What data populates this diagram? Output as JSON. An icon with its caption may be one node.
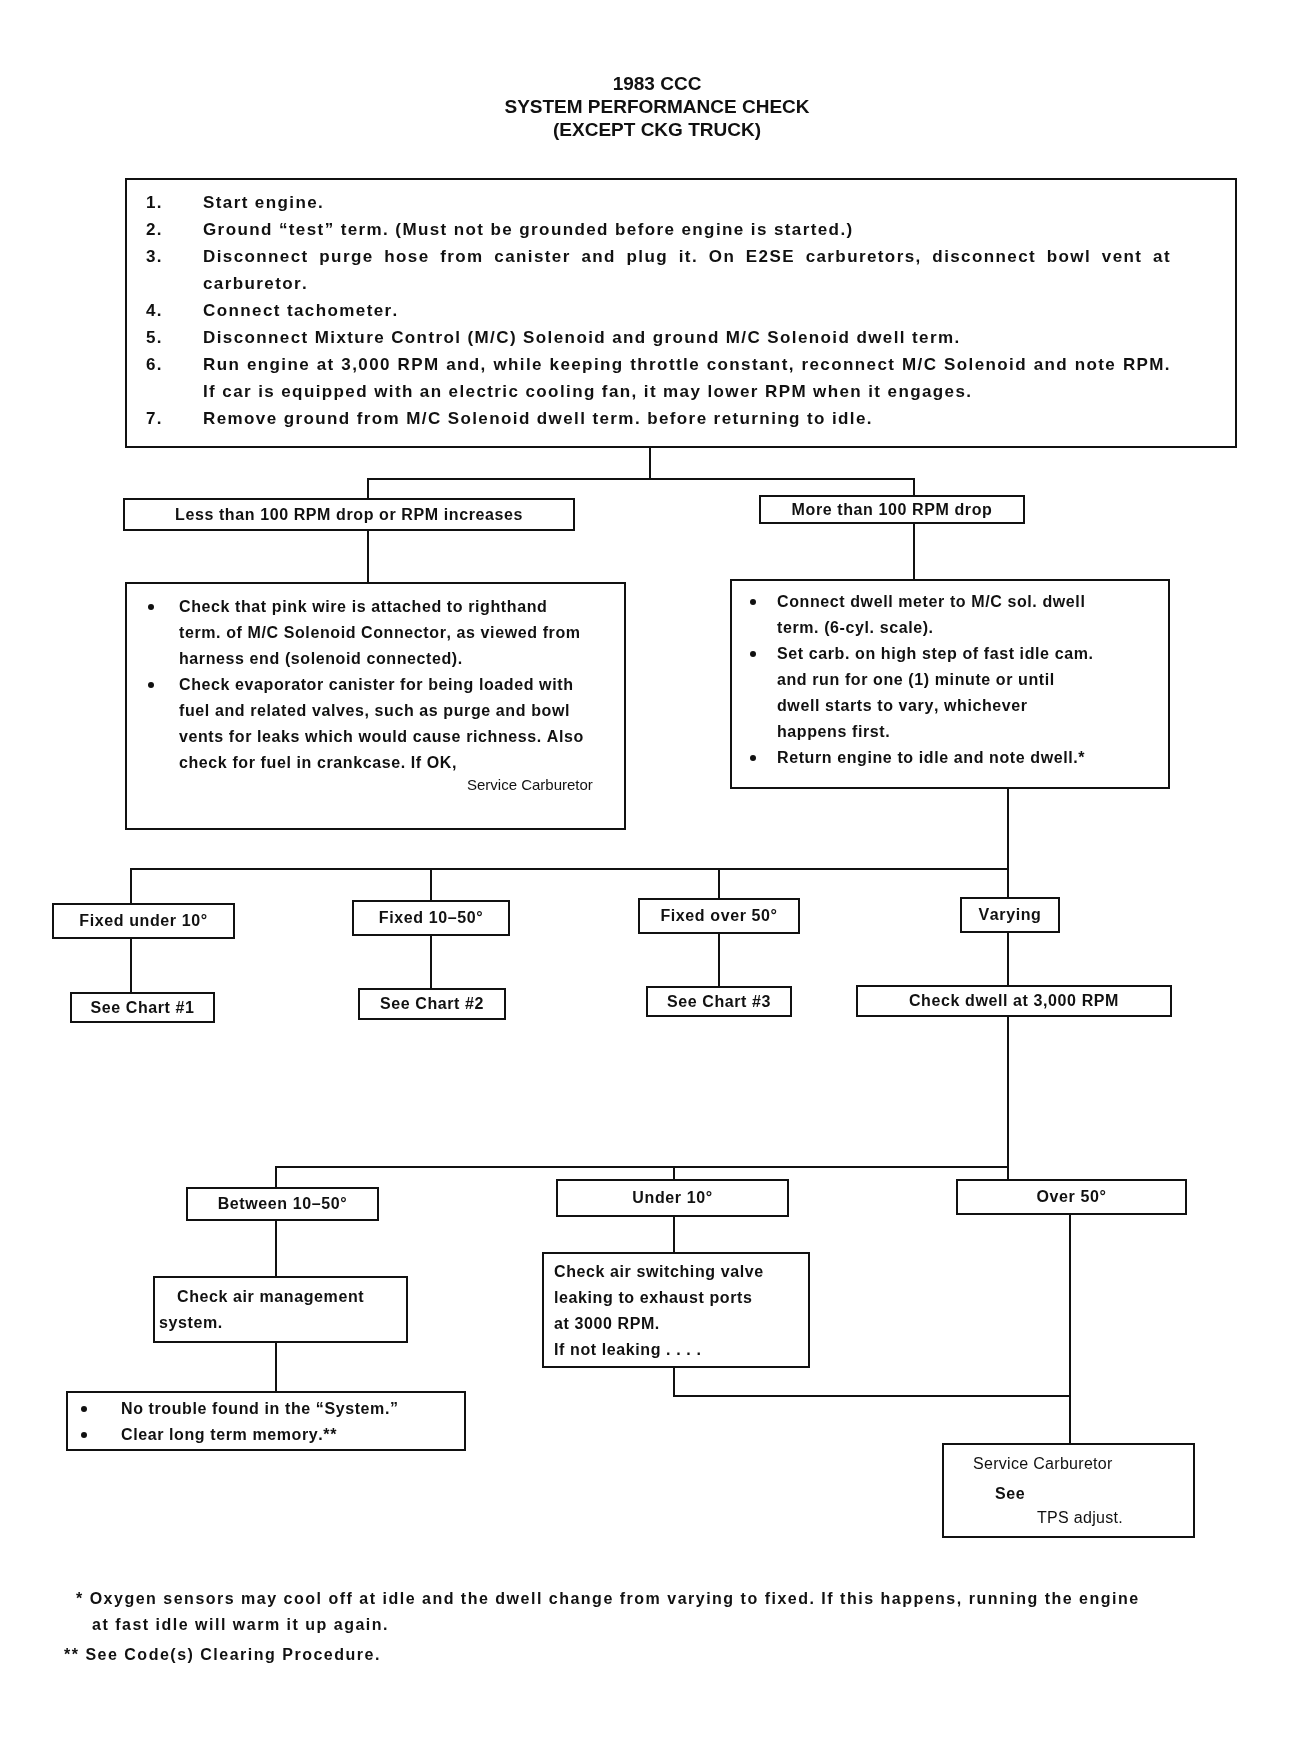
{
  "diagram": {
    "title": "1983 CCC SYSTEM PERFORMANCE CHECK (EXCEPT CKG TRUCK)",
    "nodes": [
      {
        "text": [
          "1.",
          "Start engine.",
          "2.",
          "Ground “test” term. (Must not be grounded before engine is started.)",
          "3.",
          "Disconnect purge hose from canister and plug it. On E2SE carburetors, disconnect bowl vent at carburetor.",
          "4.",
          "Connect tachometer.",
          "5.",
          "Disconnect Mixture Control (M/C) Solenoid and ground M/C Solenoid dwell term.",
          "6.",
          "Run engine at 3,000 RPM and, while keeping throttle constant, reconnect M/C Solenoid and note RPM. If car is equipped with an electric cooling fan, it may lower RPM when it engages.",
          "7.",
          "Remove ground from M/C Solenoid dwell term. before returning to idle."
        ]
      },
      {
        "text": [
          "Less than 100 RPM drop or RPM increases"
        ]
      },
      {
        "text": [
          "More than 100 RPM drop"
        ]
      },
      {
        "text": [
          "Check that pink wire is attached to righthand term. of M/C Solenoid Connector, as viewed from harness end (solenoid connected).",
          "Check evaporator canister for being loaded with fuel and related valves, such as purge and bowl vents for leaks which would cause richness. Also check for fuel in crankcase. If OK,",
          "Service Carburetor"
        ]
      },
      {
        "text": [
          "Connect dwell meter to M/C sol. dwell term. (6-cyl. scale).",
          "Set carb. on high step of fast idle cam. and run for one (1) minute or until dwell starts to vary, whichever happens first.",
          "Return engine to idle and note dwell.*"
        ]
      },
      {
        "text": [
          "Fixed under 10°"
        ]
      },
      {
        "text": [
          "Fixed 10–50°"
        ]
      },
      {
        "text": [
          "Fixed over 50°"
        ]
      },
      {
        "text": [
          "Varying"
        ]
      },
      {
        "text": [
          "See Chart #1"
        ]
      },
      {
        "text": [
          "See Chart #2"
        ]
      },
      {
        "text": [
          "See Chart #3"
        ]
      },
      {
        "text": [
          "Check dwell at 3,000 RPM"
        ]
      },
      {
        "text": [
          "Between 10–50°"
        ]
      },
      {
        "text": [
          "Under 10°"
        ]
      },
      {
        "text": [
          "Over 50°"
        ]
      },
      {
        "text": [
          "Check air management system."
        ]
      },
      {
        "text": [
          "Check air switching valve leaking to exhaust ports at 3000 RPM.",
          "If not leaking . . . ."
        ]
      },
      {
        "text": [
          "No trouble found in the “System.”",
          "Clear long term memory.**"
        ]
      },
      {
        "text": [
          "Service Carburetor",
          "See",
          "TPS adjust."
        ]
      }
    ],
    "edges": [
      {
        "from": 0,
        "to": 1,
        "arrow": "none"
      },
      {
        "from": 0,
        "to": 2,
        "arrow": "none"
      },
      {
        "from": 1,
        "to": 3,
        "arrow": "none"
      },
      {
        "from": 2,
        "to": 4,
        "arrow": "none"
      },
      {
        "from": 4,
        "to": 5,
        "arrow": "none"
      },
      {
        "from": 4,
        "to": 6,
        "arrow": "none"
      },
      {
        "from": 4,
        "to": 7,
        "arrow": "none"
      },
      {
        "from": 4,
        "to": 8,
        "arrow": "none"
      },
      {
        "from": 5,
        "to": 9,
        "arrow": "none"
      },
      {
        "from": 6,
        "to": 10,
        "arrow": "none"
      },
      {
        "from": 7,
        "to": 11,
        "arrow": "none"
      },
      {
        "from": 8,
        "to": 12,
        "arrow": "none"
      },
      {
        "from": 12,
        "to": 13,
        "arrow": "none"
      },
      {
        "from": 12,
        "to": 14,
        "arrow": "none"
      },
      {
        "from": 12,
        "to": 15,
        "arrow": "none"
      },
      {
        "from": 13,
        "to": 16,
        "arrow": "none"
      },
      {
        "from": 14,
        "to": 17,
        "arrow": "none"
      },
      {
        "from": 16,
        "to": 18,
        "arrow": "none"
      },
      {
        "from": 17,
        "to": 19,
        "arrow": "none"
      },
      {
        "from": 15,
        "to": 19,
        "arrow": "none"
      }
    ],
    "labels": [
      "* Oxygen sensors may cool off at idle and the dwell change from varying to fixed. If this happens, running the engine at fast idle will warm it up again.",
      "** See Code(s) Clearing Procedure."
    ]
  }
}
